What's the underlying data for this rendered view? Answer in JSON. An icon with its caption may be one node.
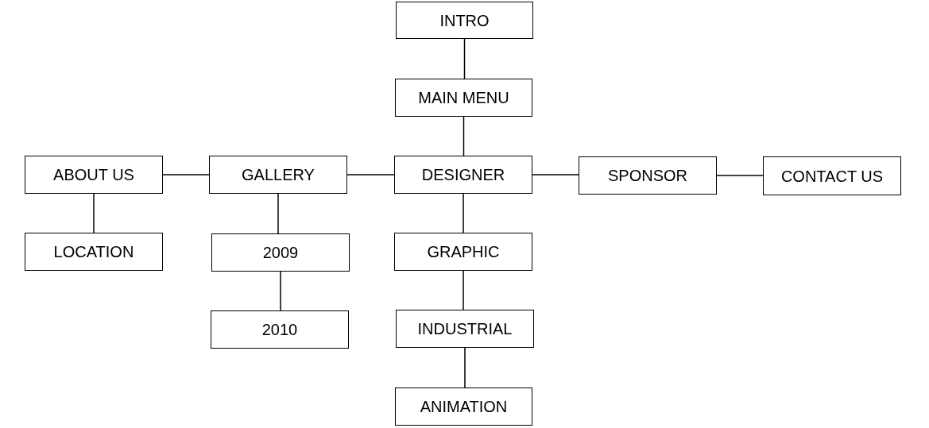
{
  "diagram": {
    "nodes": [
      {
        "text": [
          "INTRO"
        ]
      },
      {
        "text": [
          "MAIN MENU"
        ]
      },
      {
        "text": [
          "ABOUT US"
        ]
      },
      {
        "text": [
          "GALLERY"
        ]
      },
      {
        "text": [
          "DESIGNER"
        ]
      },
      {
        "text": [
          "SPONSOR"
        ]
      },
      {
        "text": [
          "CONTACT US"
        ]
      },
      {
        "text": [
          "LOCATION"
        ]
      },
      {
        "text": [
          "2009"
        ]
      },
      {
        "text": [
          "GRAPHIC"
        ]
      },
      {
        "text": [
          "2010"
        ]
      },
      {
        "text": [
          "INDUSTRIAL"
        ]
      },
      {
        "text": [
          "ANIMATION"
        ]
      }
    ],
    "edges": [
      {
        "from": 0,
        "to": 1,
        "arrow": "none"
      },
      {
        "from": 1,
        "to": 4,
        "arrow": "none"
      },
      {
        "from": 2,
        "to": 3,
        "arrow": "none"
      },
      {
        "from": 3,
        "to": 4,
        "arrow": "none"
      },
      {
        "from": 4,
        "to": 5,
        "arrow": "none"
      },
      {
        "from": 5,
        "to": 6,
        "arrow": "none"
      },
      {
        "from": 2,
        "to": 7,
        "arrow": "none"
      },
      {
        "from": 3,
        "to": 8,
        "arrow": "none"
      },
      {
        "from": 8,
        "to": 10,
        "arrow": "none"
      },
      {
        "from": 4,
        "to": 9,
        "arrow": "none"
      },
      {
        "from": 9,
        "to": 11,
        "arrow": "none"
      },
      {
        "from": 11,
        "to": 12,
        "arrow": "none"
      }
    ]
  }
}
